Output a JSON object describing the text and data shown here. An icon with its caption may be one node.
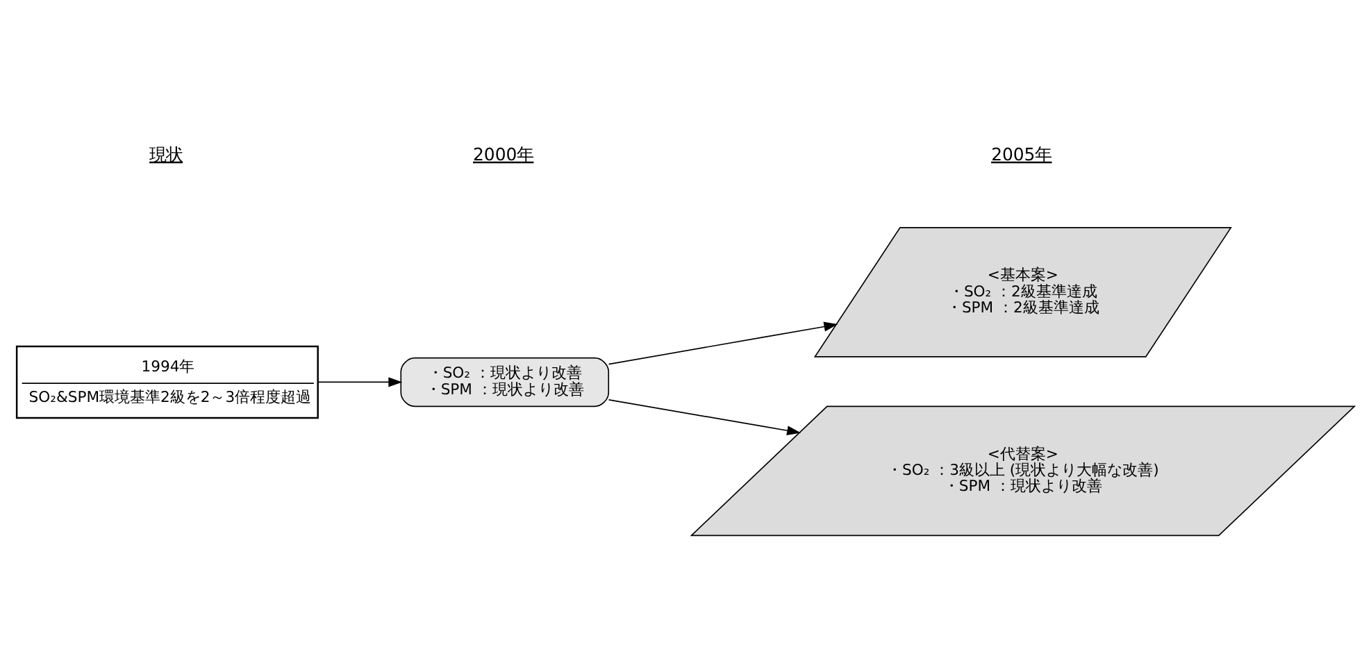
{
  "diagram": {
    "nodes": [
      {
        "text": [
          "1994年",
          "SO₂&SPM環境基準2級を2～3倍程度超過"
        ]
      },
      {
        "text": [
          "・SO₂ ：現状より改善",
          "・SPM ：現状より改善"
        ]
      },
      {
        "text": [
          "<基本案>",
          "・SO₂ ：2級基準達成",
          "・SPM ：2級基準達成"
        ]
      },
      {
        "text": [
          "<代替案>",
          "・SO₂ ：3級以上 (現状より大幅な改善)",
          "・SPM ：現状より改善"
        ]
      }
    ],
    "edges": [
      {
        "from": 0,
        "to": 1,
        "arrow": "to"
      },
      {
        "from": 1,
        "to": 2,
        "arrow": "to"
      },
      {
        "from": 1,
        "to": 3,
        "arrow": "to"
      }
    ],
    "labels": [
      "現状",
      "2000年",
      "2005年"
    ]
  }
}
